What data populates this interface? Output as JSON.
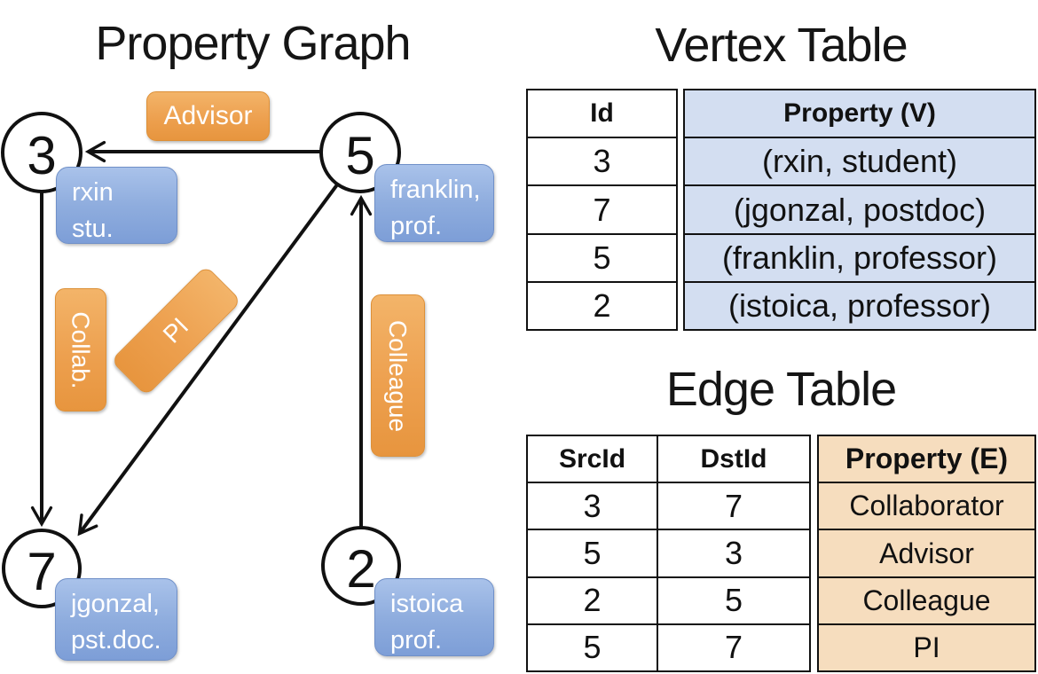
{
  "left": {
    "title": "Property Graph",
    "nodes": {
      "n3": {
        "id": "3",
        "line1": "rxin",
        "line2": "stu."
      },
      "n5": {
        "id": "5",
        "line1": "franklin,",
        "line2": "prof."
      },
      "n7": {
        "id": "7",
        "line1": "jgonzal,",
        "line2": "pst.doc."
      },
      "n2": {
        "id": "2",
        "line1": "istoica",
        "line2": "prof."
      }
    },
    "edge_labels": {
      "advisor": "Advisor",
      "collab": "Collab.",
      "pi": "PI",
      "colleague": "Colleague"
    }
  },
  "vertex_table": {
    "title": "Vertex Table",
    "headers": {
      "id": "Id",
      "property": "Property (V)"
    },
    "rows": [
      {
        "id": "3",
        "property": "(rxin, student)"
      },
      {
        "id": "7",
        "property": "(jgonzal, postdoc)"
      },
      {
        "id": "5",
        "property": "(franklin, professor)"
      },
      {
        "id": "2",
        "property": "(istoica, professor)"
      }
    ]
  },
  "edge_table": {
    "title": "Edge Table",
    "headers": {
      "src": "SrcId",
      "dst": "DstId",
      "property": "Property (E)"
    },
    "rows": [
      {
        "src": "3",
        "dst": "7",
        "property": "Collaborator"
      },
      {
        "src": "5",
        "dst": "3",
        "property": "Advisor"
      },
      {
        "src": "2",
        "dst": "5",
        "property": "Colleague"
      },
      {
        "src": "5",
        "dst": "7",
        "property": "PI"
      }
    ]
  },
  "colors": {
    "edge_label_orange_top": "#f3b469",
    "edge_label_orange_bottom": "#e7953e",
    "vertex_label_blue_top": "#a9c2ea",
    "vertex_label_blue_bottom": "#7d9ed7",
    "vertex_table_fill": "#d3def1",
    "edge_table_fill": "#f6ddbe",
    "line_color": "#111111"
  }
}
